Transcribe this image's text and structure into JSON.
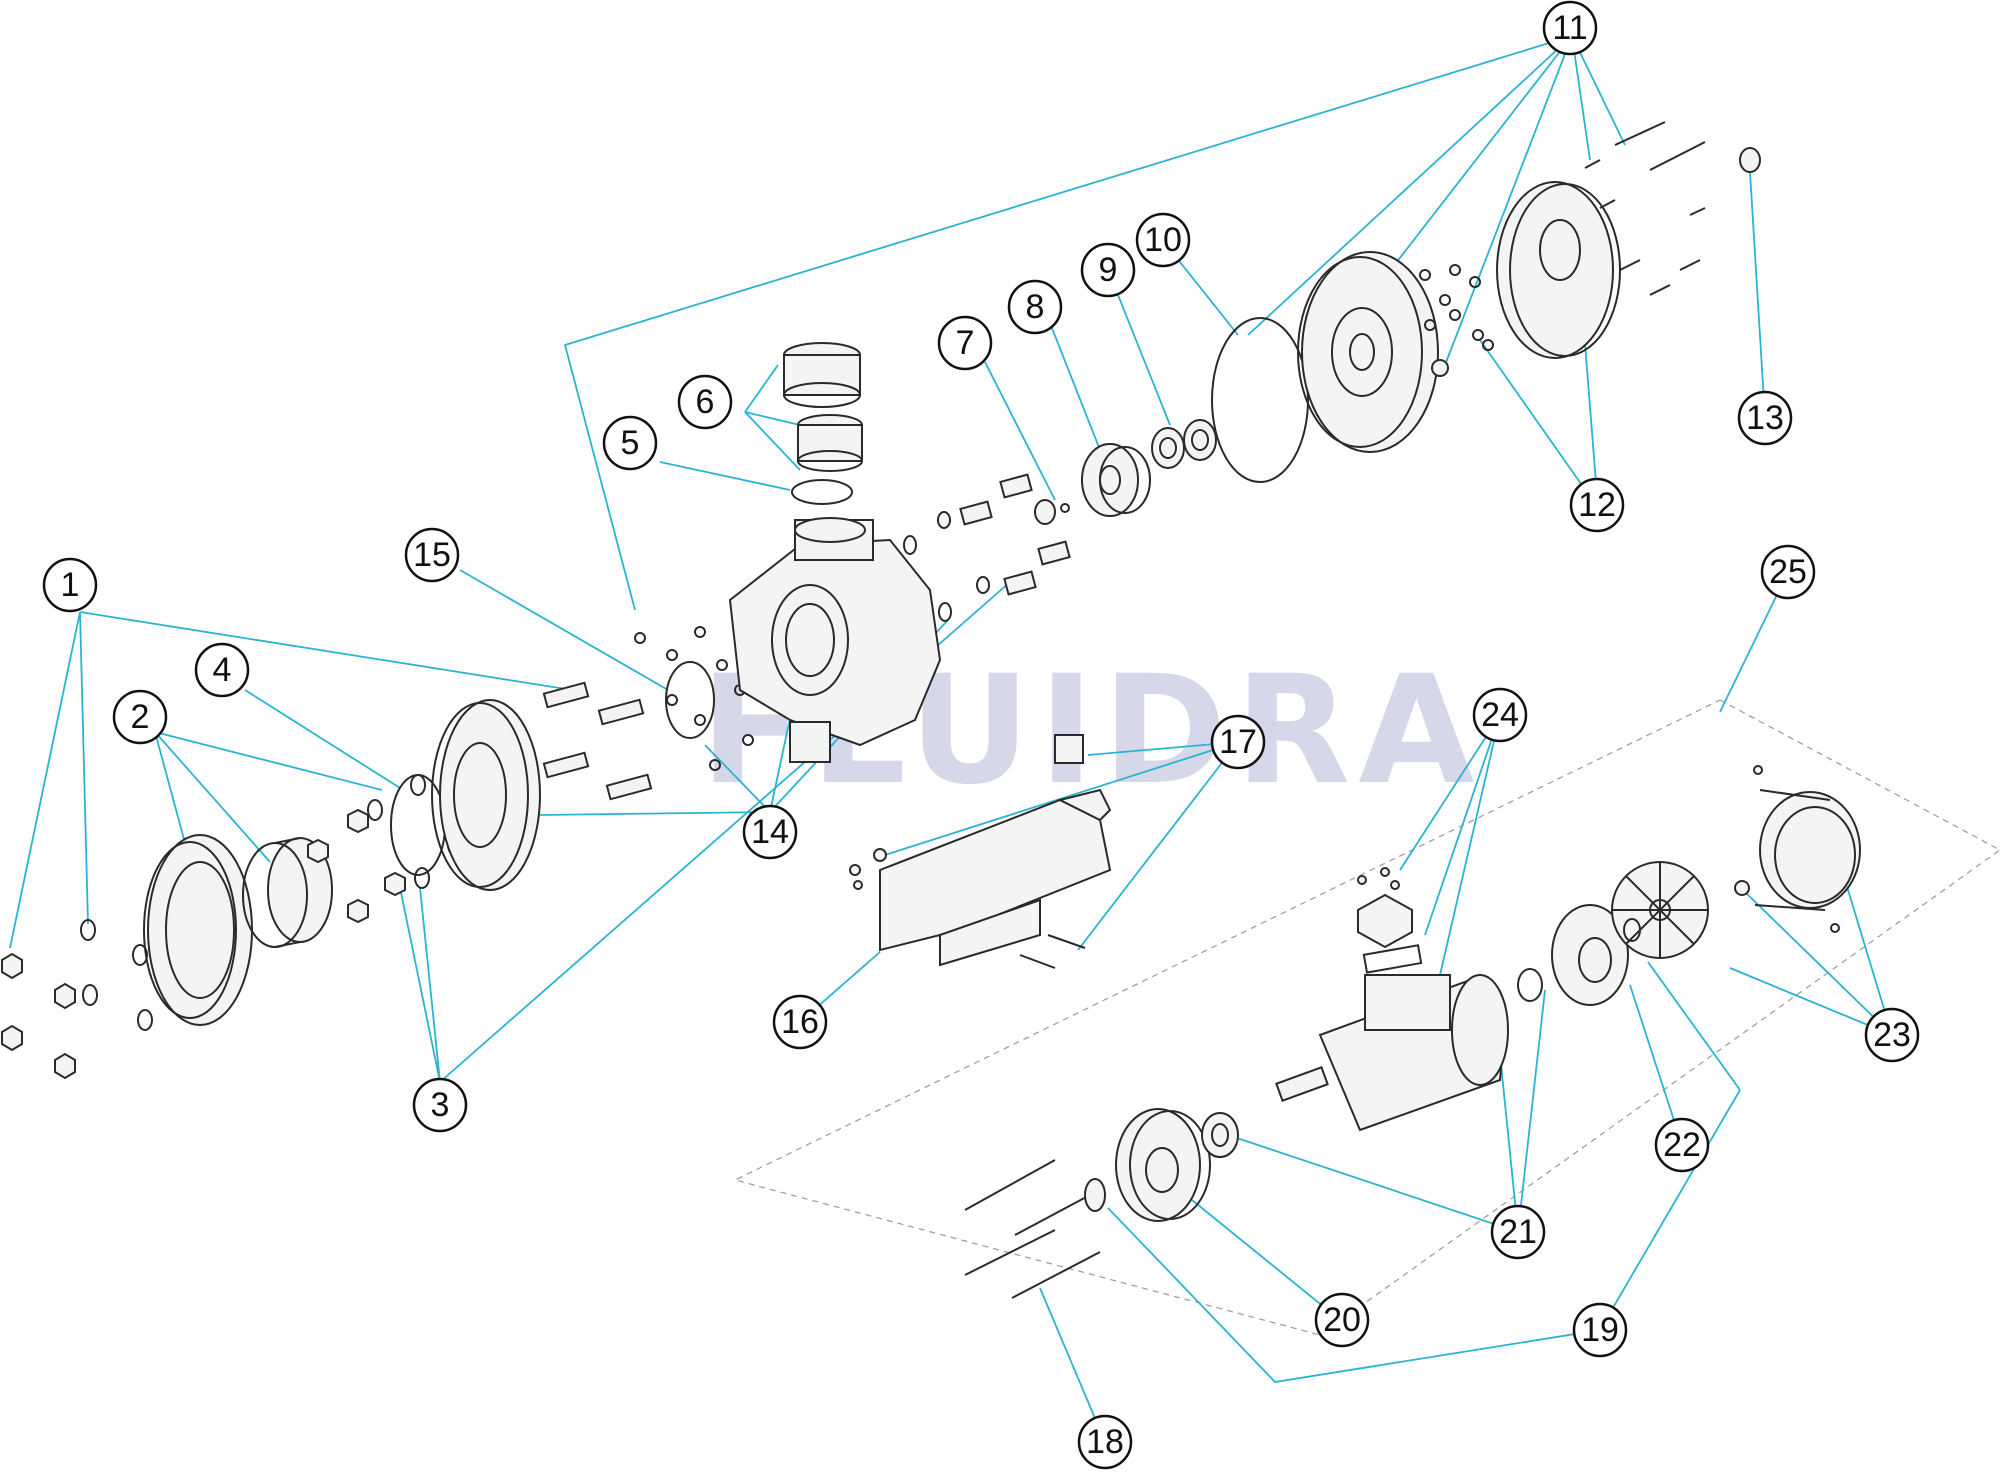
{
  "watermark": "FLUIDRA",
  "colors": {
    "leader": "#2bb3d1",
    "outline": "#2a2a2a",
    "watermark": "#c9cce4"
  },
  "callouts": [
    "1",
    "2",
    "3",
    "4",
    "5",
    "6",
    "7",
    "8",
    "9",
    "10",
    "11",
    "12",
    "13",
    "14",
    "15",
    "16",
    "17",
    "18",
    "19",
    "20",
    "21",
    "22",
    "23",
    "24",
    "25"
  ]
}
